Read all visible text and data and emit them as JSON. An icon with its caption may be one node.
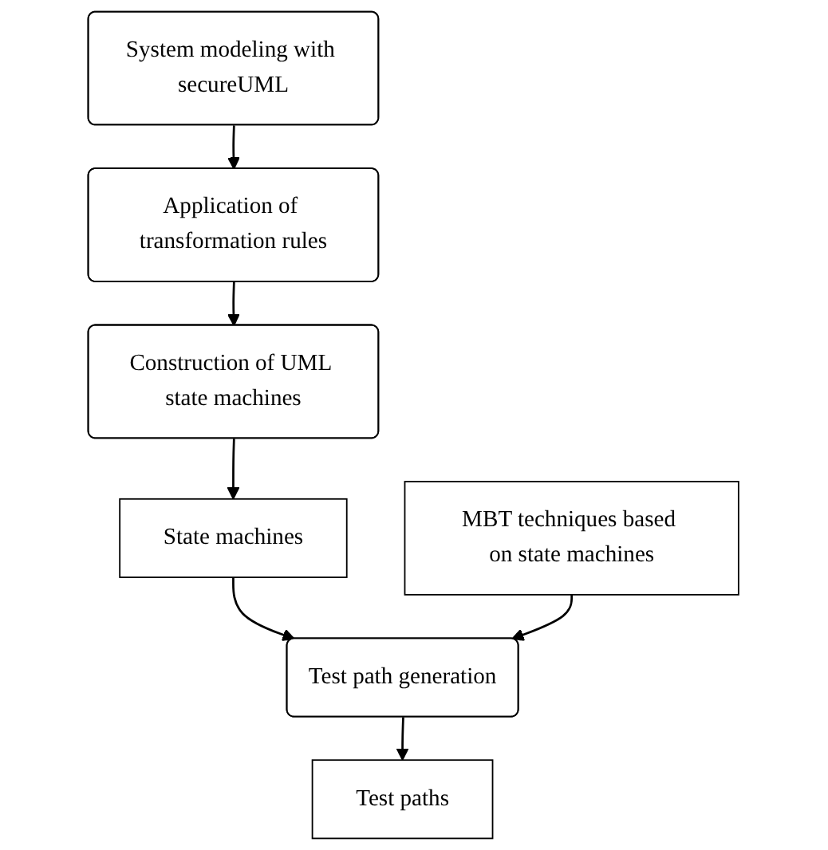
{
  "diagram": {
    "nodes": [
      {
        "text": [
          "System modeling with secureUML"
        ]
      },
      {
        "text": [
          "Application of transformation rules"
        ]
      },
      {
        "text": [
          "Construction of UML state machines"
        ]
      },
      {
        "text": [
          "State machines"
        ]
      },
      {
        "text": [
          "MBT techniques based on state machines"
        ]
      },
      {
        "text": [
          "Test path generation"
        ]
      },
      {
        "text": [
          "Test paths"
        ]
      }
    ],
    "edges": [
      {
        "from": 0,
        "to": 1,
        "arrow": "to"
      },
      {
        "from": 1,
        "to": 2,
        "arrow": "to"
      },
      {
        "from": 2,
        "to": 3,
        "arrow": "to"
      },
      {
        "from": 3,
        "to": 5,
        "arrow": "to"
      },
      {
        "from": 4,
        "to": 5,
        "arrow": "to"
      },
      {
        "from": 5,
        "to": 6,
        "arrow": "to"
      }
    ]
  }
}
